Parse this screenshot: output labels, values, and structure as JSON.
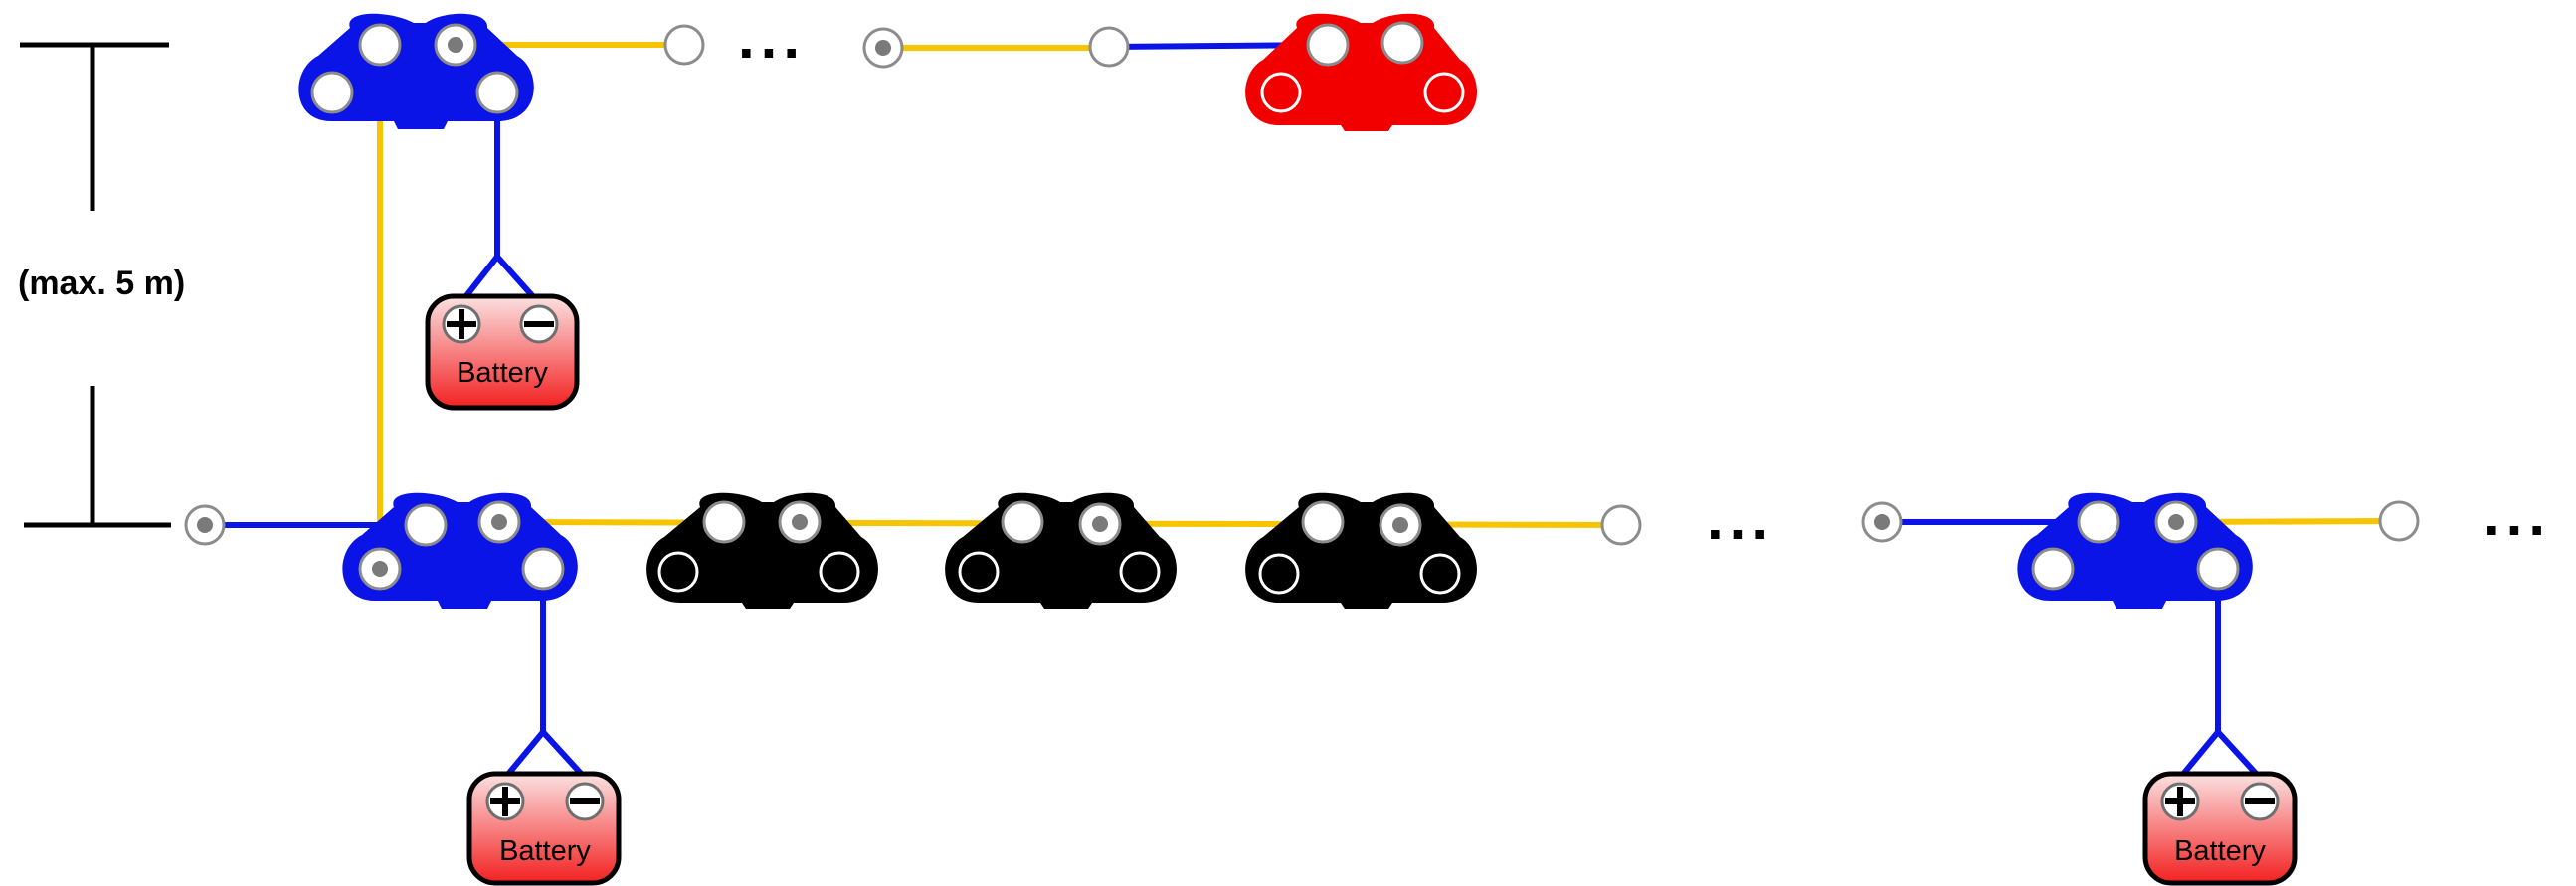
{
  "labels": {
    "max_length": "(max. 5 m)",
    "battery": "Battery",
    "ellipsis": "..."
  },
  "colors": {
    "repeater": "#0a14e6",
    "sensor": "#000000",
    "end_node": "#f20000",
    "power_wire": "#0a14e6",
    "signal_wire": "#f6c500",
    "battery_top": "#fbe1e1",
    "battery_bottom": "#f32020",
    "connector_fill": "#ffffff",
    "connector_ring": "#8c8c8c",
    "connector_dot": "#7a7a7a"
  },
  "icons": {
    "plus": "plus-terminal-icon",
    "minus": "minus-terminal-icon"
  },
  "modules": [
    {
      "id": "repeater-top",
      "type": "repeater"
    },
    {
      "id": "end-node-top",
      "type": "end_node"
    },
    {
      "id": "repeater-bottom-left",
      "type": "repeater"
    },
    {
      "id": "sensor-1",
      "type": "sensor"
    },
    {
      "id": "sensor-2",
      "type": "sensor"
    },
    {
      "id": "sensor-3",
      "type": "sensor"
    },
    {
      "id": "repeater-bottom-right",
      "type": "repeater"
    }
  ],
  "batteries": [
    {
      "id": "battery-top",
      "label": "Battery"
    },
    {
      "id": "battery-bottom-left",
      "label": "Battery"
    },
    {
      "id": "battery-bottom-right",
      "label": "Battery"
    }
  ]
}
